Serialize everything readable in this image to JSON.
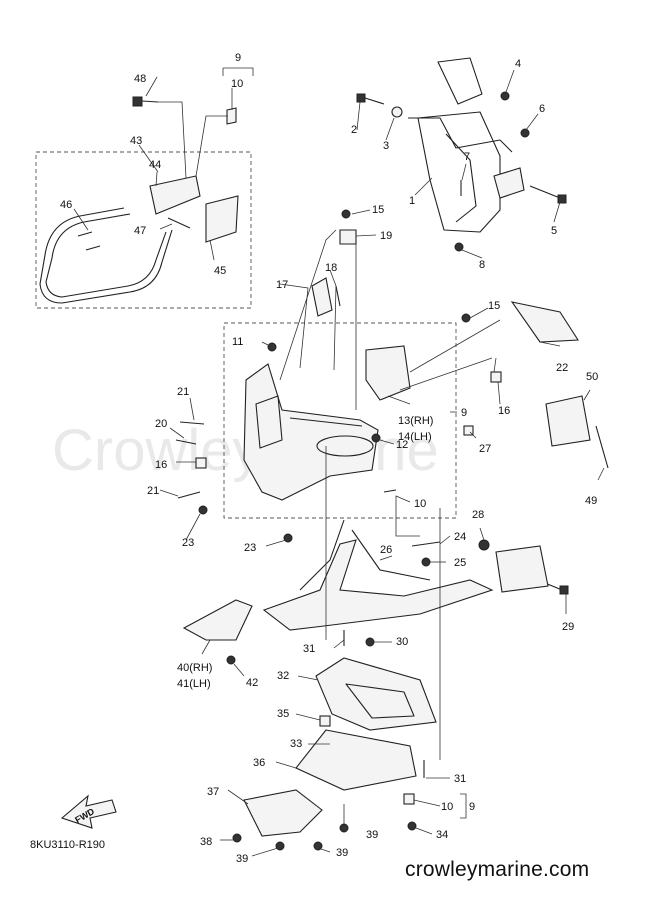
{
  "watermark": "CrowleyMarine",
  "diagram_code": "8KU3110-R190",
  "site_text": "crowleymarine.com",
  "fwd_label": "FWD",
  "callouts": {
    "c1": "1",
    "c2": "2",
    "c3": "3",
    "c4": "4",
    "c5": "5",
    "c6": "6",
    "c7": "7",
    "c8": "8",
    "c9a": "9",
    "c9b": "9",
    "c9c": "9",
    "c10a": "10",
    "c10b": "10",
    "c10c": "10",
    "c11": "11",
    "c12": "12",
    "c13": "13(RH)",
    "c14": "14(LH)",
    "c15a": "15",
    "c15b": "15",
    "c16a": "16",
    "c16b": "16",
    "c17": "17",
    "c18": "18",
    "c19": "19",
    "c20": "20",
    "c21a": "21",
    "c21b": "21",
    "c22": "22",
    "c23a": "23",
    "c23b": "23",
    "c24": "24",
    "c25": "25",
    "c26": "26",
    "c27": "27",
    "c28": "28",
    "c29": "29",
    "c30": "30",
    "c31a": "31",
    "c31b": "31",
    "c32": "32",
    "c33": "33",
    "c34": "34",
    "c35": "35",
    "c36": "36",
    "c37": "37",
    "c38": "38",
    "c39a": "39",
    "c39b": "39",
    "c39c": "39",
    "c40": "40(RH)",
    "c41": "41(LH)",
    "c42": "42",
    "c43": "43",
    "c44": "44",
    "c45": "45",
    "c46": "46",
    "c47": "47",
    "c48": "48",
    "c49": "49",
    "c50": "50"
  }
}
